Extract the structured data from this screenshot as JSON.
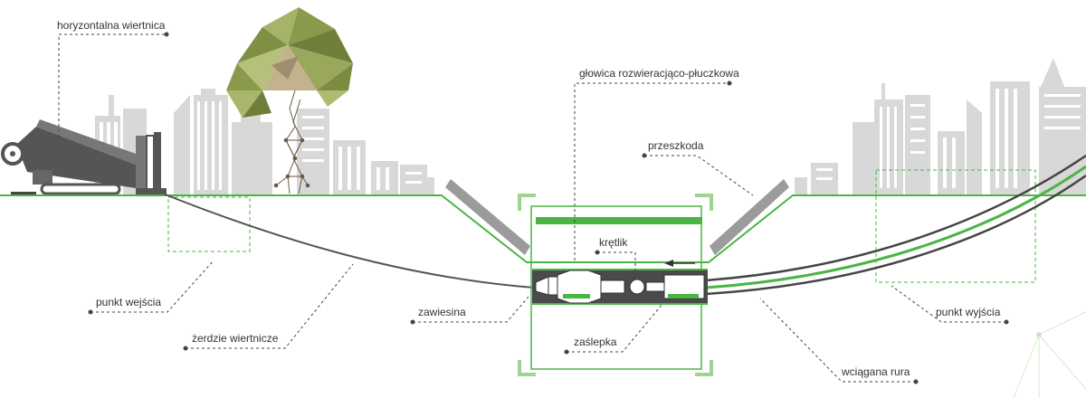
{
  "colors": {
    "ground_green": "#4bb543",
    "light_green": "#9fd38f",
    "grey_bars": "#9b9b9b",
    "pipe_dark": "#444444",
    "city_grey": "#d8d8d8",
    "tree_olive": "#8a9a4c"
  },
  "icons": {
    "drill_rig": "horizontal-drill-rig-icon",
    "tree": "low-poly-tree-icon",
    "city": "city-skyline-icon",
    "arrow": "left-arrow-icon"
  },
  "labels": {
    "drill_rig": "horyzontalna wiertnica",
    "reamer": "głowica rozwieracjąco-płuczkowa",
    "obstacle": "przeszkoda",
    "swivel": "krętlik",
    "entry_point": "punkt wejścia",
    "drill_rods": "żerdzie wiertnicze",
    "suspension": "zawiesina",
    "plug": "zaślepka",
    "exit_point": "punkt wyjścia",
    "pulled_pipe": "wciągana rura"
  }
}
